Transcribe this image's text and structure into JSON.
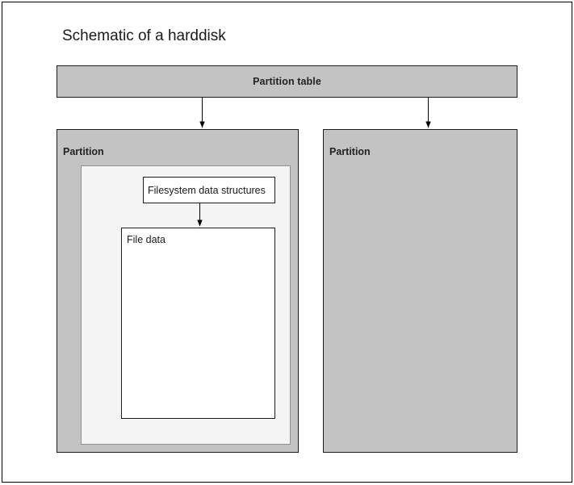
{
  "diagram": {
    "title": "Schematic of a harddisk",
    "type": "block-diagram",
    "colors": {
      "block_fill": "#c3c3c3",
      "inner_fill": "#f4f4f4",
      "leaf_fill": "#ffffff",
      "stroke": "#1c1c1c",
      "inner_stroke": "#8f8f8f",
      "text": "#1a1a1a"
    },
    "nodes": {
      "partition_table": {
        "label": "Partition table"
      },
      "partition_left": {
        "label": "Partition"
      },
      "partition_right": {
        "label": "Partition"
      },
      "filesystem_structures": {
        "label": "Filesystem data structures"
      },
      "file_data": {
        "label": "File data"
      }
    },
    "edges": [
      {
        "from": "Partition table",
        "to": "Partition",
        "style": "arrow-down"
      },
      {
        "from": "Partition table",
        "to": "Partition",
        "style": "arrow-down"
      },
      {
        "from": "Filesystem data structures",
        "to": "File data",
        "style": "arrow-down"
      }
    ]
  }
}
